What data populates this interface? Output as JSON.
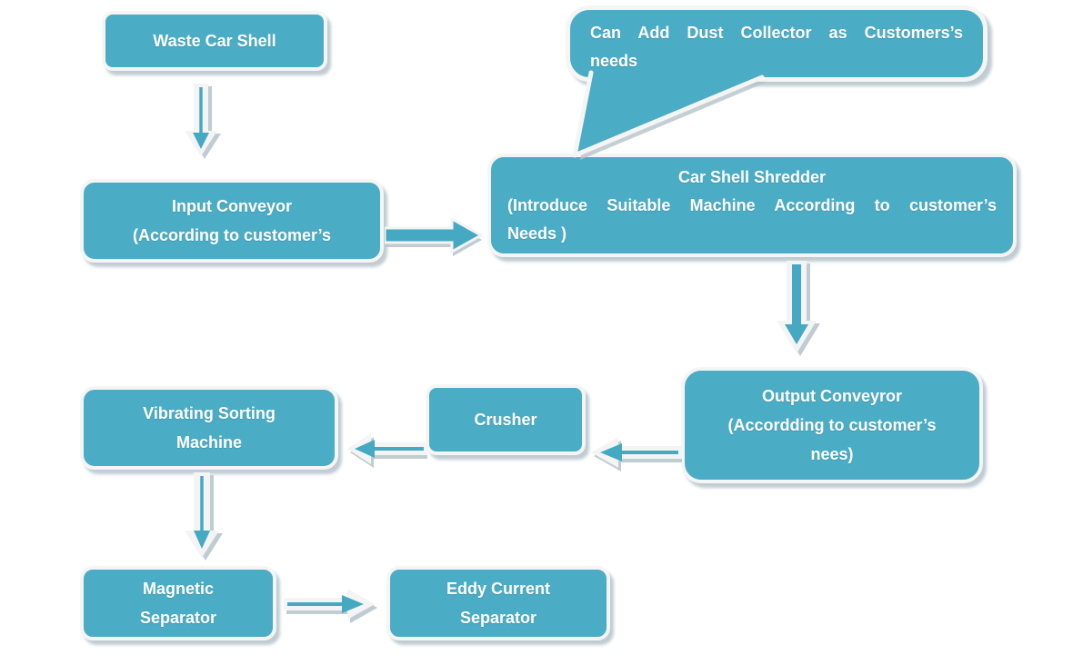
{
  "title": "Waste car shell recycling process flowchart",
  "colors": {
    "node_fill": "#4BACC6",
    "node_border": "#F5F5F5",
    "arrow_teal": "#45A9C4",
    "arrow_white": "#F4F4F4",
    "shadow": "#B4C3CA",
    "text": "#FFFFFF",
    "background": "#FFFFFF"
  },
  "nodes": {
    "waste": {
      "lines": [
        "Waste Car Shell"
      ]
    },
    "input": {
      "lines": [
        "Input Conveyor",
        "(According to customer’s"
      ]
    },
    "shredder": {
      "lines": [
        "Car Shell Shredder",
        "(Introduce Suitable Machine According to customer’s",
        "Needs )"
      ]
    },
    "output": {
      "lines": [
        "Output Conveyror",
        "(Accordding to customer’s",
        "nees)"
      ]
    },
    "crusher": {
      "lines": [
        "Crusher"
      ]
    },
    "vibrating": {
      "lines": [
        "Vibrating Sorting",
        "Machine"
      ]
    },
    "magnetic": {
      "lines": [
        "Magnetic",
        "Separator"
      ]
    },
    "eddy": {
      "lines": [
        "Eddy Current",
        "Separator"
      ]
    }
  },
  "callout": {
    "lines": [
      "Can Add Dust Collector as Customers’s",
      "needs"
    ],
    "points_to": "shredder"
  },
  "edges": [
    {
      "from": "waste",
      "to": "input",
      "direction": "down"
    },
    {
      "from": "input",
      "to": "shredder",
      "direction": "right"
    },
    {
      "from": "shredder",
      "to": "output",
      "direction": "down"
    },
    {
      "from": "output",
      "to": "crusher",
      "direction": "left"
    },
    {
      "from": "crusher",
      "to": "vibrating",
      "direction": "left"
    },
    {
      "from": "vibrating",
      "to": "magnetic",
      "direction": "down"
    },
    {
      "from": "magnetic",
      "to": "eddy",
      "direction": "right"
    }
  ]
}
